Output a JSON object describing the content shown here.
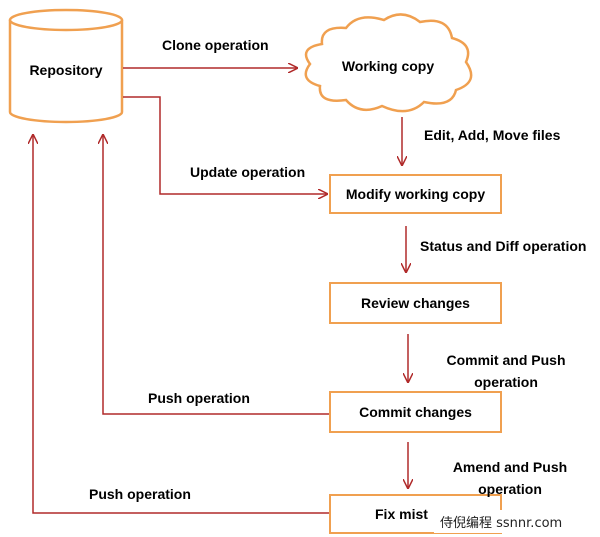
{
  "colors": {
    "box_border": "#f0a050",
    "arrow": "#b02a2a"
  },
  "nodes": {
    "repository": "Repository",
    "working_copy": "Working copy",
    "modify": "Modify working copy",
    "review": "Review changes",
    "commit": "Commit changes",
    "fix": "Fix mist"
  },
  "edges": {
    "clone": "Clone operation",
    "edit": "Edit, Add, Move files",
    "update": "Update operation",
    "status": "Status and Diff operation",
    "commit_push": [
      "Commit and Push",
      "operation"
    ],
    "push1": "Push operation",
    "amend_push": [
      "Amend and Push",
      "operation"
    ],
    "push2": "Push operation"
  },
  "watermark": "侍倪编程 ssnnr.com"
}
